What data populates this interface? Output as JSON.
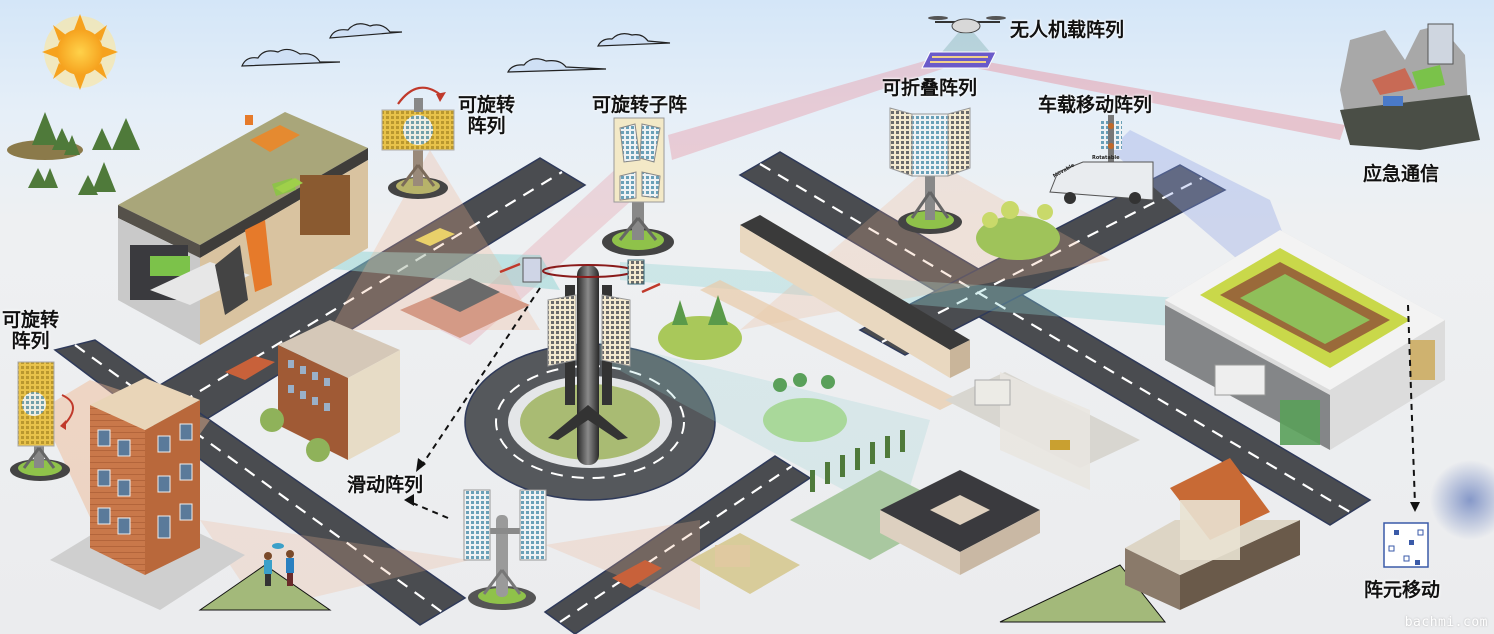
{
  "title": "智能城市阵列天线应用场景",
  "labels": {
    "uav_array": "无人机载阵列",
    "foldable_array": "可折叠阵列",
    "vehicle_array": "车载移动阵列",
    "emergency_comm": "应急通信",
    "rotatable_subarray": "可旋转子阵",
    "rotatable_array_top_line1": "可旋转",
    "rotatable_array_top_line2": "阵列",
    "rotatable_array_left_line1": "可旋转",
    "rotatable_array_left_line2": "阵列",
    "sliding_array": "滑动阵列",
    "element_movement": "阵元移动"
  },
  "van_tags": {
    "movable": "Movable",
    "rotatable": "Rotatable"
  },
  "watermark": "bachmi.com",
  "colors": {
    "beam_pink": "#e6a0ad",
    "beam_teal": "#8fd3d3",
    "beam_peach": "#f0b58f",
    "beam_blue": "#8fa4e6",
    "road": "#4a4c50",
    "grass": "#9fb86a",
    "panel_yellow": "#e8c24a",
    "rotate_arrow": "#c0392b"
  }
}
